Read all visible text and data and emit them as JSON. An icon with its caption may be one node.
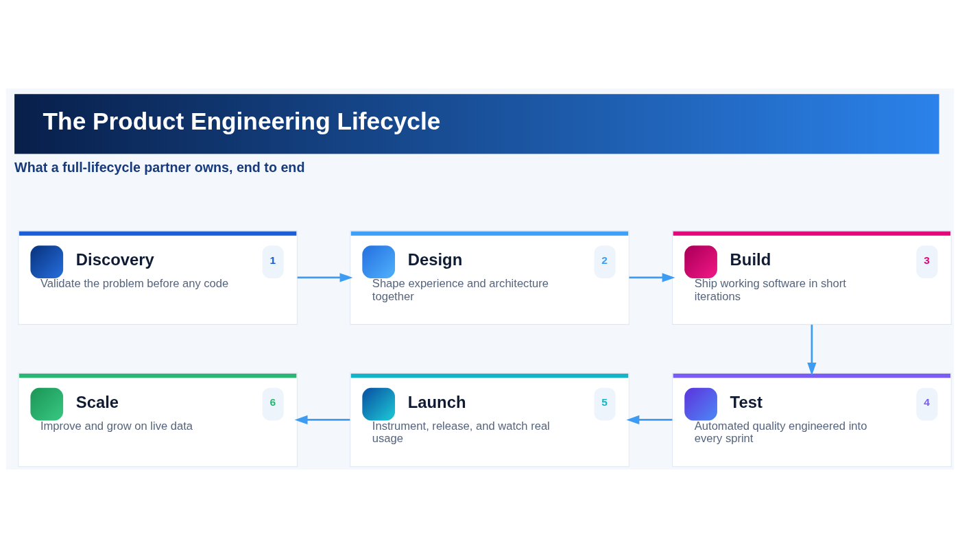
{
  "diagram": {
    "title": "The Product Engineering Lifecycle",
    "nodes": [
      {
        "text": [
          "Discovery",
          "1",
          "Validate the problem before any code"
        ]
      },
      {
        "text": [
          "Design",
          "2",
          "Shape experience and architecture together"
        ]
      },
      {
        "text": [
          "Build",
          "3",
          "Ship working software in short iterations"
        ]
      },
      {
        "text": [
          "Scale",
          "6",
          "Improve and grow on live data"
        ]
      },
      {
        "text": [
          "Launch",
          "5",
          "Instrument, release, and watch real usage"
        ]
      },
      {
        "text": [
          "Test",
          "4",
          "Automated quality engineered into every sprint"
        ]
      }
    ],
    "edges": [
      {
        "from": 0,
        "to": 1,
        "arrow": "to"
      },
      {
        "from": 1,
        "to": 2,
        "arrow": "to"
      },
      {
        "from": 2,
        "to": 5,
        "arrow": "to"
      },
      {
        "from": 5,
        "to": 4,
        "arrow": "to"
      },
      {
        "from": 4,
        "to": 3,
        "arrow": "to"
      }
    ],
    "labels": [
      "What a full-lifecycle partner owns, end to end"
    ]
  }
}
